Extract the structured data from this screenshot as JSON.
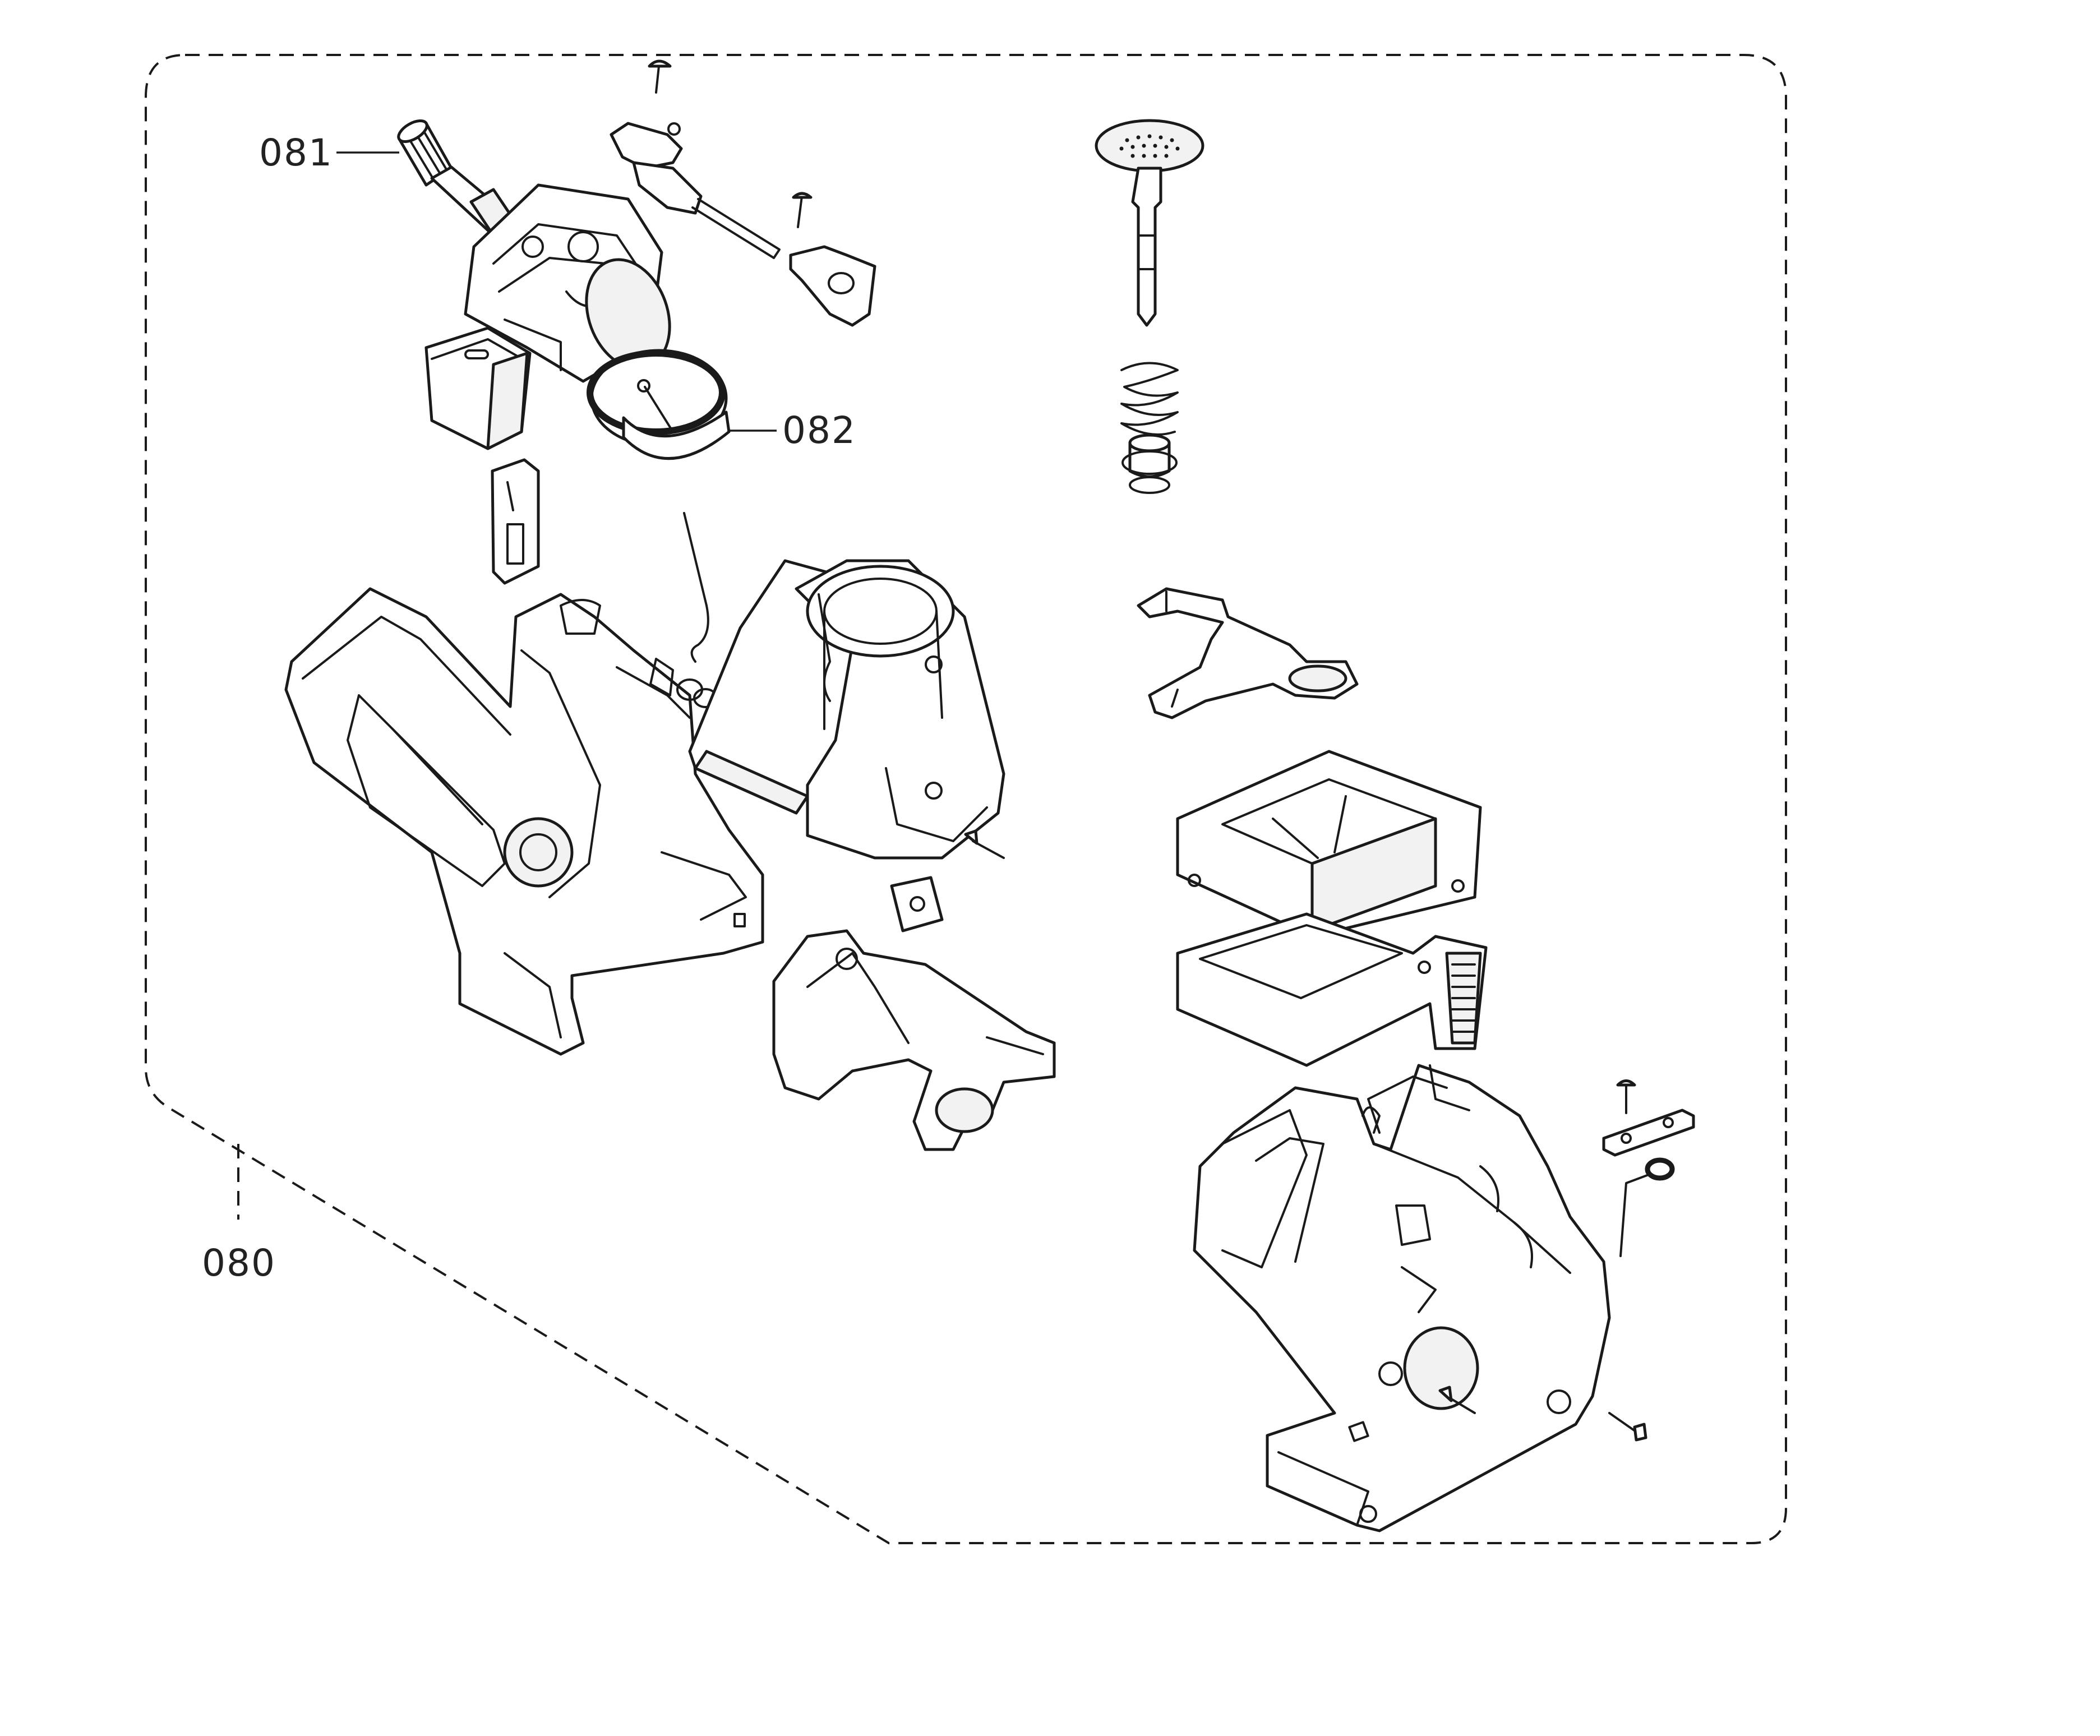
{
  "diagram": {
    "type": "exploded-parts-view",
    "callouts": {
      "assembly": "080",
      "upper_left_part": "081",
      "seal_ring": "082"
    },
    "colors": {
      "line": "#1a1a1a",
      "background": "#ffffff"
    }
  }
}
